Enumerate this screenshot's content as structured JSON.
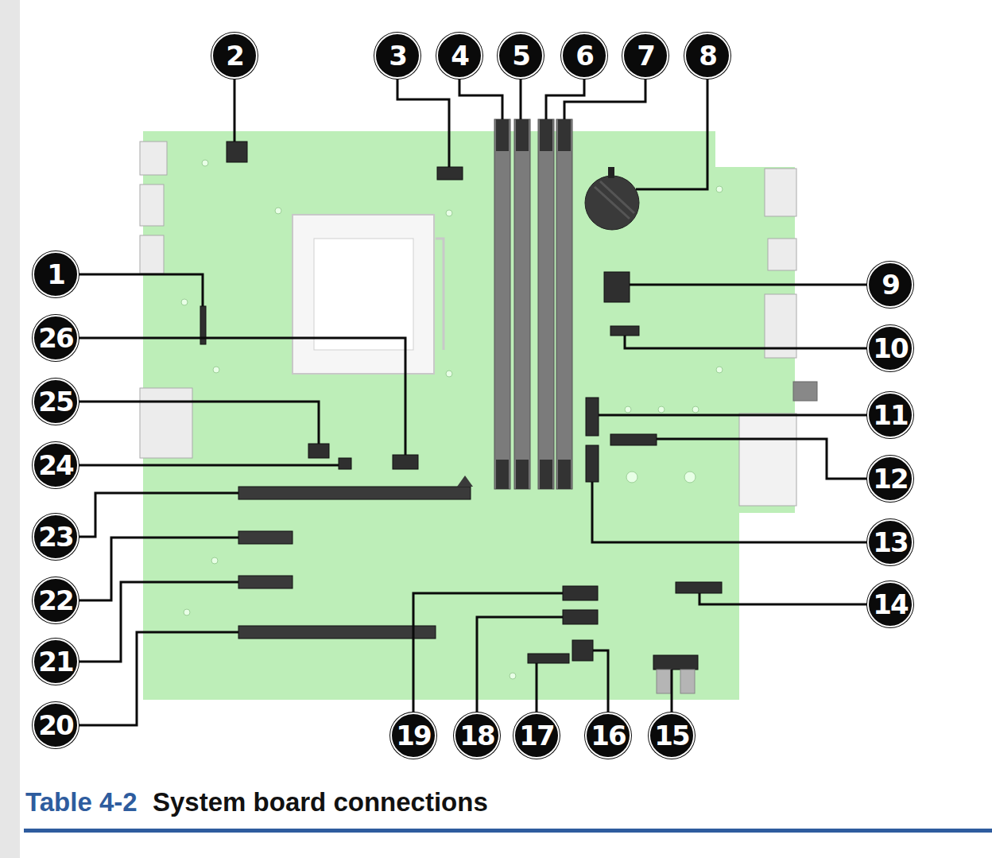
{
  "diagram": {
    "labels": [
      "1",
      "2",
      "3",
      "4",
      "5",
      "6",
      "7",
      "8",
      "9",
      "10",
      "11",
      "12",
      "13",
      "14",
      "15",
      "16",
      "17",
      "18",
      "19",
      "20",
      "21",
      "22",
      "23",
      "24",
      "25",
      "26",
      "Table 4-2",
      "System board connections"
    ]
  }
}
